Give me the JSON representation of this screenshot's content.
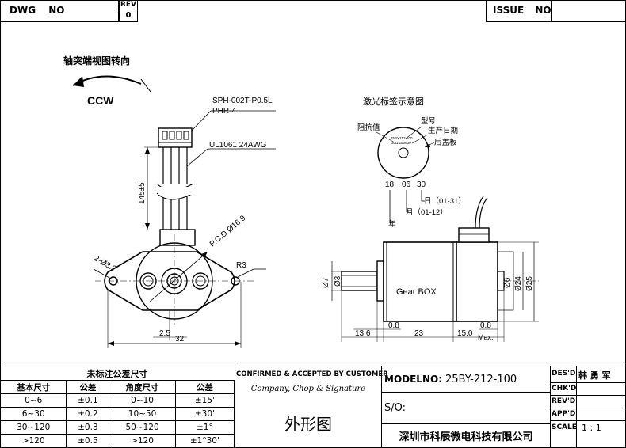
{
  "header": {
    "dwg_no_label": "DWG NO",
    "rev_label": "REV",
    "rev_value": "0",
    "issue_no_label": "ISSUE NO"
  },
  "left_view": {
    "rotation_title": "轴突端视图转向",
    "rotation_dir": "CCW",
    "connector_1": "SPH-002T-P0.5L",
    "connector_2": "PHR-4",
    "wire_spec": "UL1061 24AWG",
    "lead_length": "145±5",
    "pcd": "P.C.D Ø16.9",
    "holes": "2-Ø3.2",
    "radius": "R3",
    "dim_small": "2.5",
    "dim_width": "32"
  },
  "laser_mark": {
    "title": "激光标签示意图",
    "resistance": "阻抗值",
    "model": "型号",
    "date": "生产日期",
    "cover": "后盖板",
    "inner_1": "25BY212-100",
    "inner_2": "30Ω  180630",
    "code_year": "18",
    "code_month": "06",
    "code_day": "30",
    "day_label": "日（01-31）",
    "month_label": "月（01-12）",
    "year_label": "年"
  },
  "right_view": {
    "gearbox": "Gear BOX",
    "d7": "Ø7",
    "d3": "Ø3",
    "d6": "Ø6",
    "d24": "Ø24",
    "d25": "Ø25",
    "dim_08a": "0.8",
    "dim_08b": "0.8",
    "dim_136": "13.6",
    "dim_23": "23",
    "dim_15": "15.0",
    "max": "Max."
  },
  "tolerance_table": {
    "title": "未标注公差尺寸",
    "headers": [
      "基本尺寸",
      "公差",
      "角度尺寸",
      "公差"
    ],
    "rows": [
      [
        "0~6",
        "±0.1",
        "0~10",
        "±15'"
      ],
      [
        "6~30",
        "±0.2",
        "10~50",
        "±30'"
      ],
      [
        "30~120",
        "±0.3",
        "50~120",
        "±1°"
      ],
      [
        ">120",
        "±0.5",
        ">120",
        "±1°30'"
      ]
    ]
  },
  "approval": {
    "line1": "CONFIRMED & ACCEPTED BY CUSTOMER",
    "line2": "Company, Chop & Signature",
    "drawing_name": "外形图"
  },
  "model": {
    "label": "MODELNO:",
    "value": "25BY-212-100",
    "so_label": "S/O:",
    "company": "深圳市科辰微电科技有限公司"
  },
  "sign": {
    "des_label": "DES'D",
    "des_value": "韩 勇 军",
    "chk_label": "CHK'D",
    "rev_label": "REV'D",
    "app_label": "APP'D",
    "scale_label": "SCALE",
    "scale_value": "1 : 1"
  }
}
